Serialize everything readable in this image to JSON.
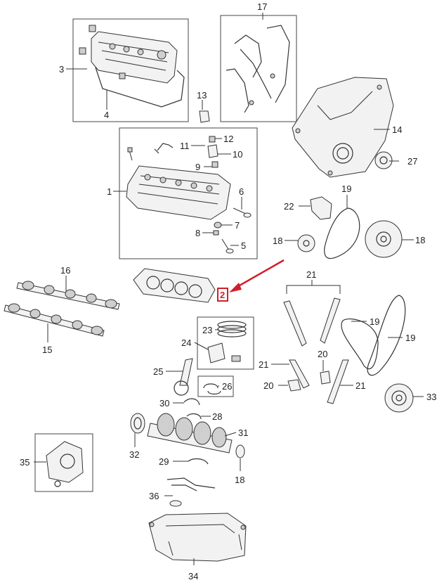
{
  "diagram": {
    "highlight_color": "#d0202a",
    "callouts": {
      "c1": "1",
      "c2": "2",
      "c3": "3",
      "c4": "4",
      "c5": "5",
      "c6": "6",
      "c7": "7",
      "c8": "8",
      "c9": "9",
      "c10": "10",
      "c11": "11",
      "c12": "12",
      "c13": "13",
      "c14": "14",
      "c15": "15",
      "c16": "16",
      "c17": "17",
      "c18a": "18",
      "c18b": "18",
      "c18c": "18",
      "c19a": "19",
      "c19b": "19",
      "c19c": "19",
      "c20a": "20",
      "c20b": "20",
      "c21a": "21",
      "c21b": "21",
      "c21c": "21",
      "c22": "22",
      "c23": "23",
      "c24": "24",
      "c25": "25",
      "c26": "26",
      "c27": "27",
      "c28": "28",
      "c29": "29",
      "c30": "30",
      "c31": "31",
      "c32": "32",
      "c33": "33",
      "c34": "34",
      "c35": "35",
      "c36": "36"
    }
  }
}
